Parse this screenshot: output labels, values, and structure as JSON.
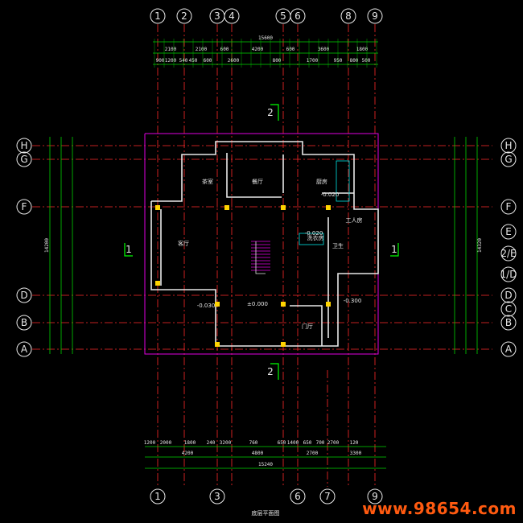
{
  "colors": {
    "bg": "#000000",
    "axis": "#ff2a2a",
    "wall": "#e8e8e8",
    "dim_line": "#00d400",
    "green": "#00ff00",
    "magenta": "#e000e0",
    "yellow": "#ffd400",
    "cyan": "#00e0e0",
    "text": "#e6e6e6",
    "watermark": "#ff5a10"
  },
  "axes": {
    "top": [
      "1",
      "2",
      "3",
      "4",
      "5",
      "6",
      "8",
      "9"
    ],
    "bottom": [
      "1",
      "3",
      "6",
      "7",
      "9"
    ],
    "left": [
      "H",
      "G",
      "F",
      "D",
      "B",
      "A"
    ],
    "right": [
      "H",
      "G",
      "F",
      "E",
      "2/E",
      "1/D",
      "D",
      "C",
      "B",
      "A"
    ]
  },
  "dims": {
    "top_overall": "15600",
    "top_row1": [
      "2100",
      "2100",
      "600",
      "4200",
      "600",
      "3600",
      "1800"
    ],
    "top_row2": [
      "900",
      "1200",
      "540",
      "450",
      "600",
      "2600",
      "800",
      "1700",
      "950",
      "800",
      "500"
    ],
    "bottom_row1": [
      "1200",
      "2000",
      "1800",
      "240",
      "3200",
      "760",
      "650",
      "1400",
      "650",
      "700",
      "2700",
      "120"
    ],
    "bottom_row2": [
      "4200",
      "4800",
      "2700",
      "3300"
    ],
    "bottom_overall": "15240",
    "left_overall": "14200",
    "right_overall": "14320"
  },
  "rooms": {
    "dining": "餐厅",
    "kitchen": "厨房",
    "tea_room": "茶室",
    "living_room": "客厅",
    "worker_room": "工人房",
    "entry": "门厅",
    "toilet": "卫生",
    "wash": "洗衣房"
  },
  "levels": {
    "kitchen": "-0.020",
    "living": "±0.000",
    "lower": "-0.030",
    "stair": "-0.300",
    "wash": "-0.020"
  },
  "section_marks": [
    "1",
    "1",
    "2",
    "2"
  ],
  "title": "底层平面图",
  "watermark": "www.98654.com"
}
